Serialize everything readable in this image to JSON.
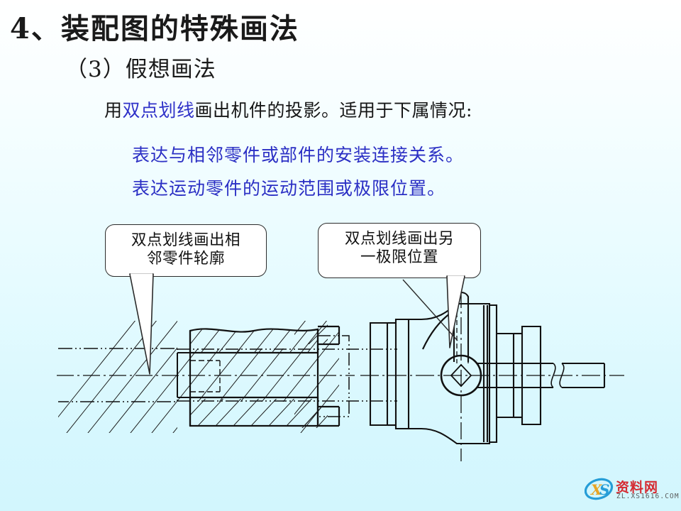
{
  "slide": {
    "title": "4、装配图的特殊画法",
    "subtitle": "（3）假想画法",
    "body_line": {
      "prefix": "用",
      "accent": "双点划线",
      "suffix": "画出机件的投影。适用于下属情况:"
    },
    "bullets": [
      "表达与相邻零件或部件的安装连接关系。",
      "表达运动零件的运动范围或极限位置。"
    ],
    "colors": {
      "accent_blue": "#2b2fc4",
      "text_black": "#161616",
      "bg_top": "#ffffff",
      "bg_bottom": "#d2f6fd",
      "line_black": "#111111"
    }
  },
  "callouts": [
    {
      "id": "callout-left",
      "lines": [
        "双点划线画出相",
        "邻零件轮廓"
      ]
    },
    {
      "id": "callout-right",
      "lines": [
        "双点划线画出另",
        "一极限位置"
      ]
    }
  ],
  "figures": [
    {
      "id": "figure-left",
      "caption_ref": "双点划线画出相邻零件轮廓",
      "description": "剖视装配图：左侧剖面线区域表示相邻零件，轴与带法兰套筒，右端用双点划线画出相邻零件轮廓"
    },
    {
      "id": "figure-right",
      "caption_ref": "双点划线画出另一极限位置",
      "description": "阀体与手柄视图：手柄用双点划线画出另一极限位置"
    }
  ],
  "watermark": {
    "logo": "XS",
    "brand": "资料网",
    "url": "ZL.XS1616.COM"
  }
}
